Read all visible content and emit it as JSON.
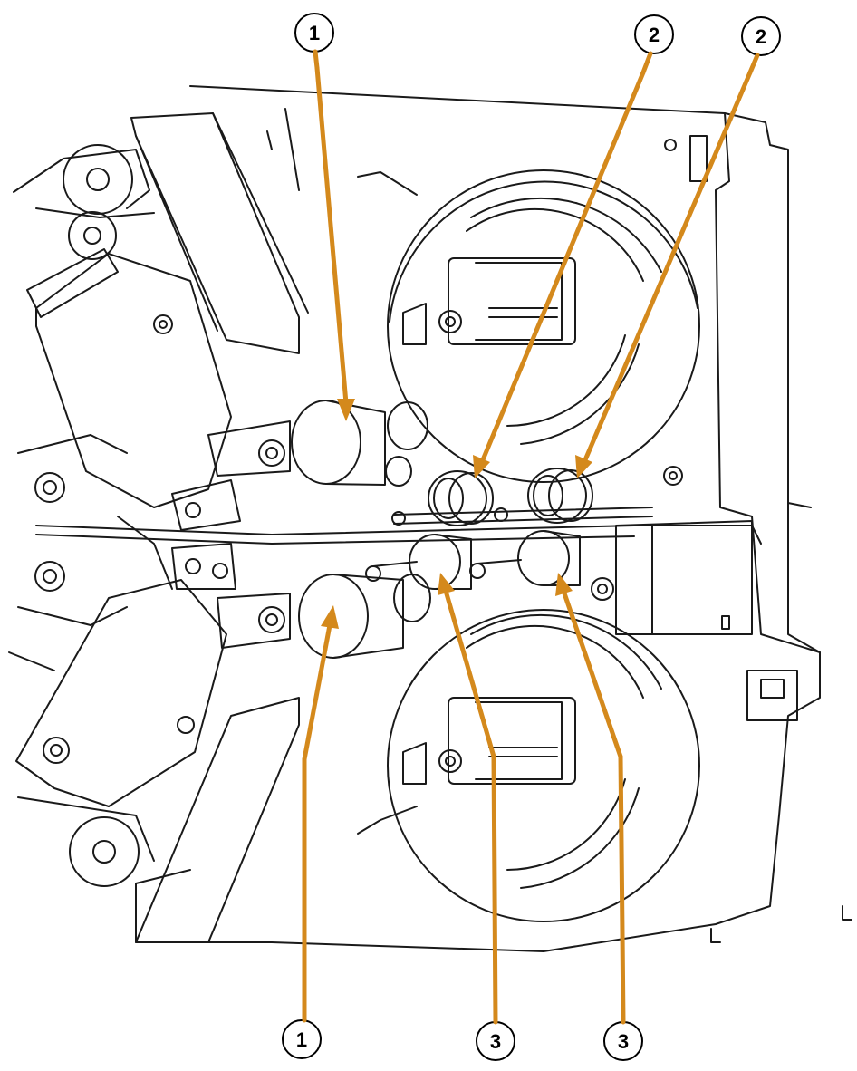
{
  "callouts": [
    {
      "id": "top-1",
      "label": "1"
    },
    {
      "id": "top-2a",
      "label": "2"
    },
    {
      "id": "top-2b",
      "label": "2"
    },
    {
      "id": "bottom-1",
      "label": "1"
    },
    {
      "id": "bottom-3a",
      "label": "3"
    },
    {
      "id": "bottom-3b",
      "label": "3"
    }
  ],
  "colors": {
    "leader_line": "#d4891c",
    "drawing_stroke": "#1a1a1a",
    "background": "#ffffff"
  }
}
